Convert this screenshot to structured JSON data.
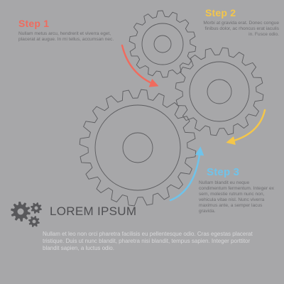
{
  "steps": [
    {
      "title": "Step 3",
      "body": "Nullam blandit eu neque condimentum fermentum. Integer ex sem, molestie rutrum nunc non, vehicula vitae nisl. Nunc viverra maximus ante, a semper lacus gravida.",
      "color": "#f06b5e"
    },
    {
      "title": "Step 2",
      "body": "Morbi at gravida erat. Donec congue finibus dolor, ac rhoncus erat iaculis in. Fusce odio.",
      "color": "#f4c64a"
    },
    {
      "title": "Step 1",
      "body": "Nullam metus arcu, hendrerit et viverra eget, placerat at augue. In mi tellus, accumsan nec.",
      "color": "#6fc3ea"
    }
  ],
  "headline": "LOREM IPSUM",
  "body_text": "Nullam et leo non orci pharetra facilisis eu pellentesque odio. Cras egestas placerat tristique. Duis ut nunc blandit, pharetra nisi blandit, tempus sapien. Integer porttitor blandit sapien, a luctus odio.",
  "icons": {
    "logo": "two-gears-icon"
  },
  "colors": {
    "background": "#a7a7a9",
    "gear_outline": "#5c5c5f",
    "headline": "#4f4f52",
    "logo": "#58585b"
  }
}
